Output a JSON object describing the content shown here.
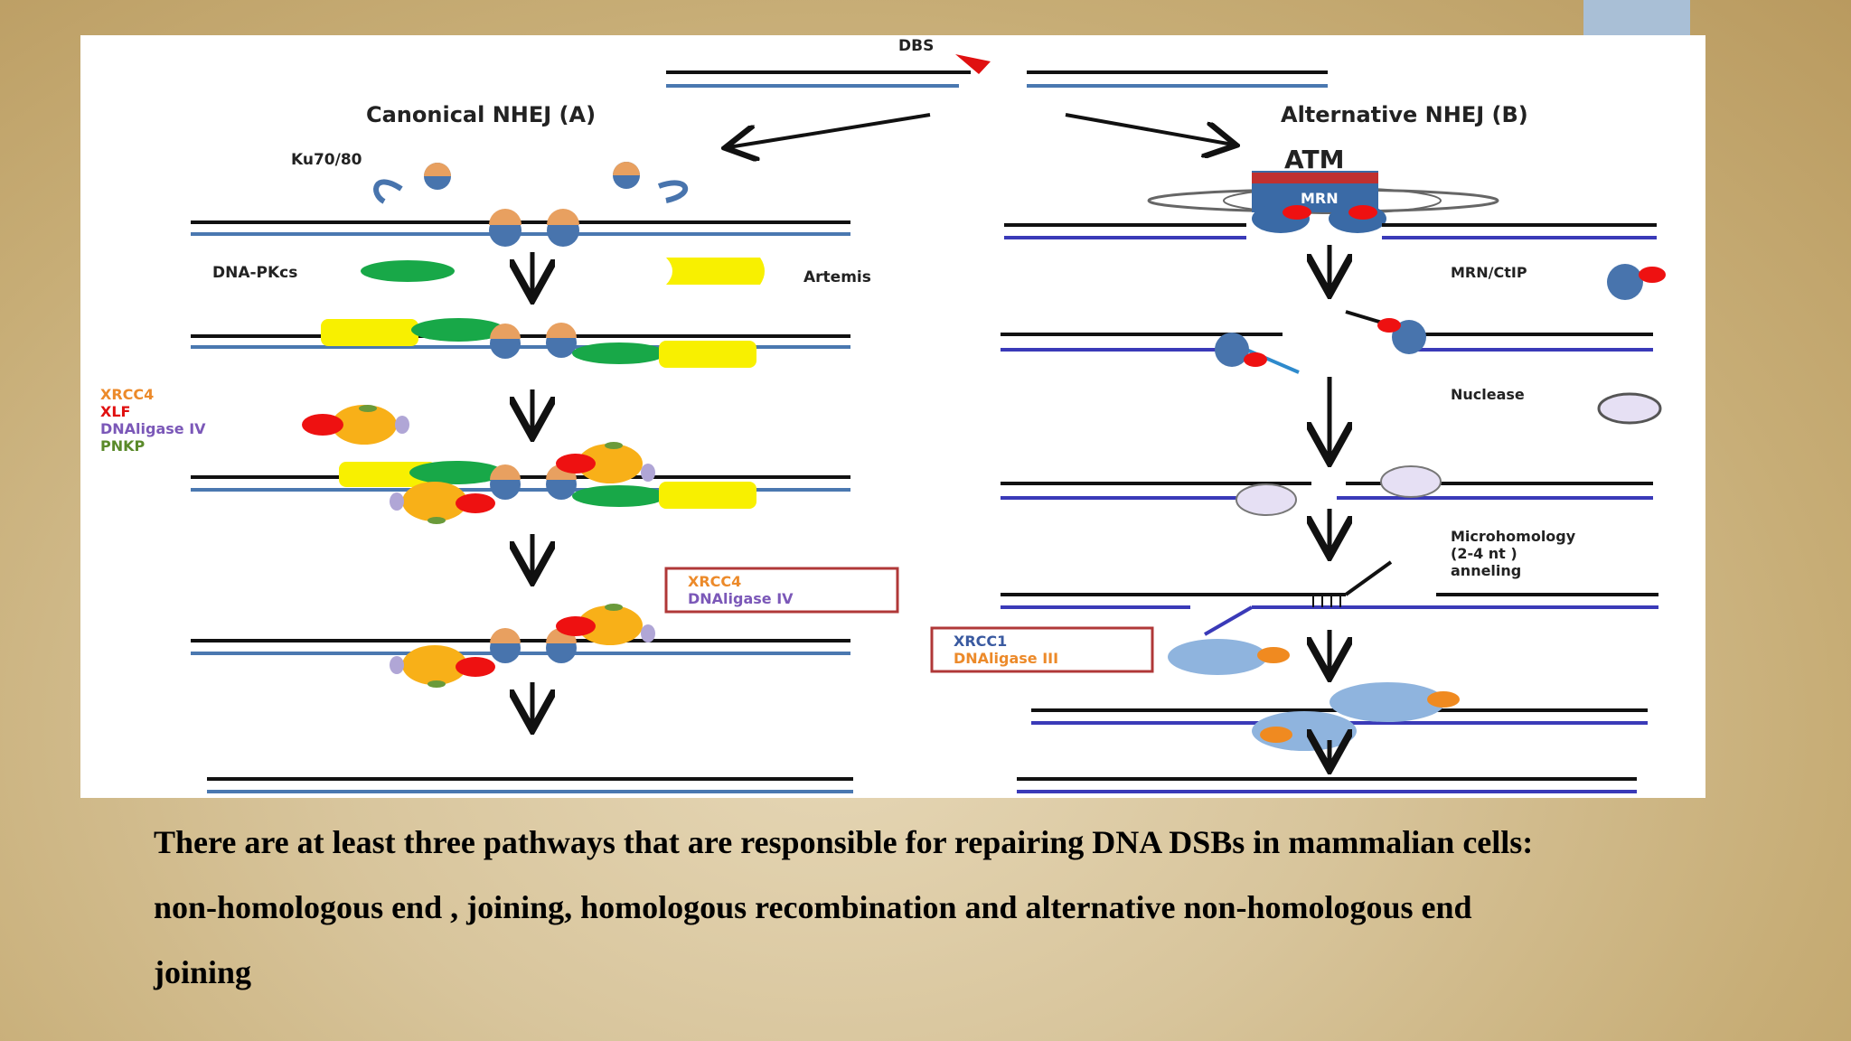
{
  "diagram": {
    "dsb_label": "DBS",
    "canonical_title": "Canonical NHEJ (A)",
    "alternative_title": "Alternative NHEJ (B)",
    "ku_label": "Ku70/80",
    "dnapkcs_label": "DNA-PKcs",
    "artemis_label": "Artemis",
    "complex_labels": [
      "XRCC4",
      "XLF",
      "DNAligase IV",
      "PNKP"
    ],
    "box1_labels": [
      "XRCC4",
      "DNAligase IV"
    ],
    "atm_label": "ATM",
    "mrn_label": "MRN",
    "mrn_ctip_label": "MRN/CtIP",
    "nuclease_label": "Nuclease",
    "microhomology_labels": [
      "Microhomology",
      "(2-4 nt )",
      "anneling"
    ],
    "box2_labels": [
      "XRCC1",
      "DNAligase III"
    ]
  },
  "colors": {
    "strand_black": "#111111",
    "strand_blue_a": "#4a78b0",
    "strand_blue_b": "#3a3ab8",
    "ku_blue": "#4874ad",
    "ku_orange": "#e8a060",
    "dnapkcs_green": "#18a848",
    "artemis_yellow": "#f8f000",
    "xrcc4_orange": "#f8b018",
    "xlf_red": "#ee1111",
    "ligase_purple": "#b0a6d6",
    "pnkp_green": "#6a9a3a",
    "box_border": "#b03838",
    "mrn_blue": "#3a6aa6",
    "mrn_red": "#c03030",
    "nuclease_lilac": "#e6e0f4",
    "xrcc1_lightblue": "#8fb4de",
    "caption_text": "#000000"
  },
  "caption": {
    "line1": "There are at least three pathways that are responsible for repairing DNA DSBs in mammalian cells:",
    "line2": "non-homologous end , joining, homologous recombination and alternative non-homologous end",
    "line3": "joining"
  }
}
